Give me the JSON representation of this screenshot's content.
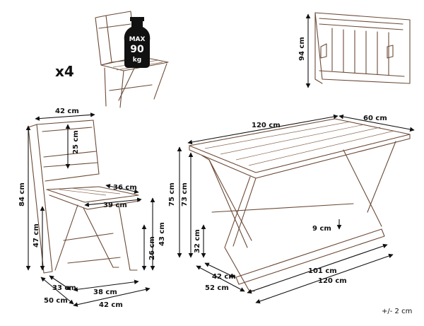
{
  "quantity": "x4",
  "weight_badge": {
    "line1": "MAX",
    "line2": "90",
    "line3": "kg"
  },
  "chair_dims": {
    "seat_width_top": "42 cm",
    "backrest_height": "25 cm",
    "total_height": "84 cm",
    "seat_depth_inner": "36 cm",
    "seat_depth": "39 cm",
    "seat_height": "47 cm",
    "arm_height": "43 cm",
    "lower_height": "26 cm",
    "leg_depth": "33 cm",
    "base_depth": "50 cm",
    "base_width_inner": "38 cm",
    "base_width": "42 cm"
  },
  "folded_dims": {
    "height": "94 cm"
  },
  "table_dims": {
    "length_top": "120 cm",
    "width_top": "60 cm",
    "height_total": "75 cm",
    "height_under": "73 cm",
    "lower_bar": "32 cm",
    "bar_gap": "9 cm",
    "inner_width": "42 cm",
    "base_width": "52 cm",
    "inner_length": "101 cm",
    "base_length": "120 cm"
  },
  "tolerance": "+/- 2 cm",
  "colors": {
    "wood_line": "#6b4a36",
    "dimension_line": "#111111",
    "badge": "#111111"
  }
}
